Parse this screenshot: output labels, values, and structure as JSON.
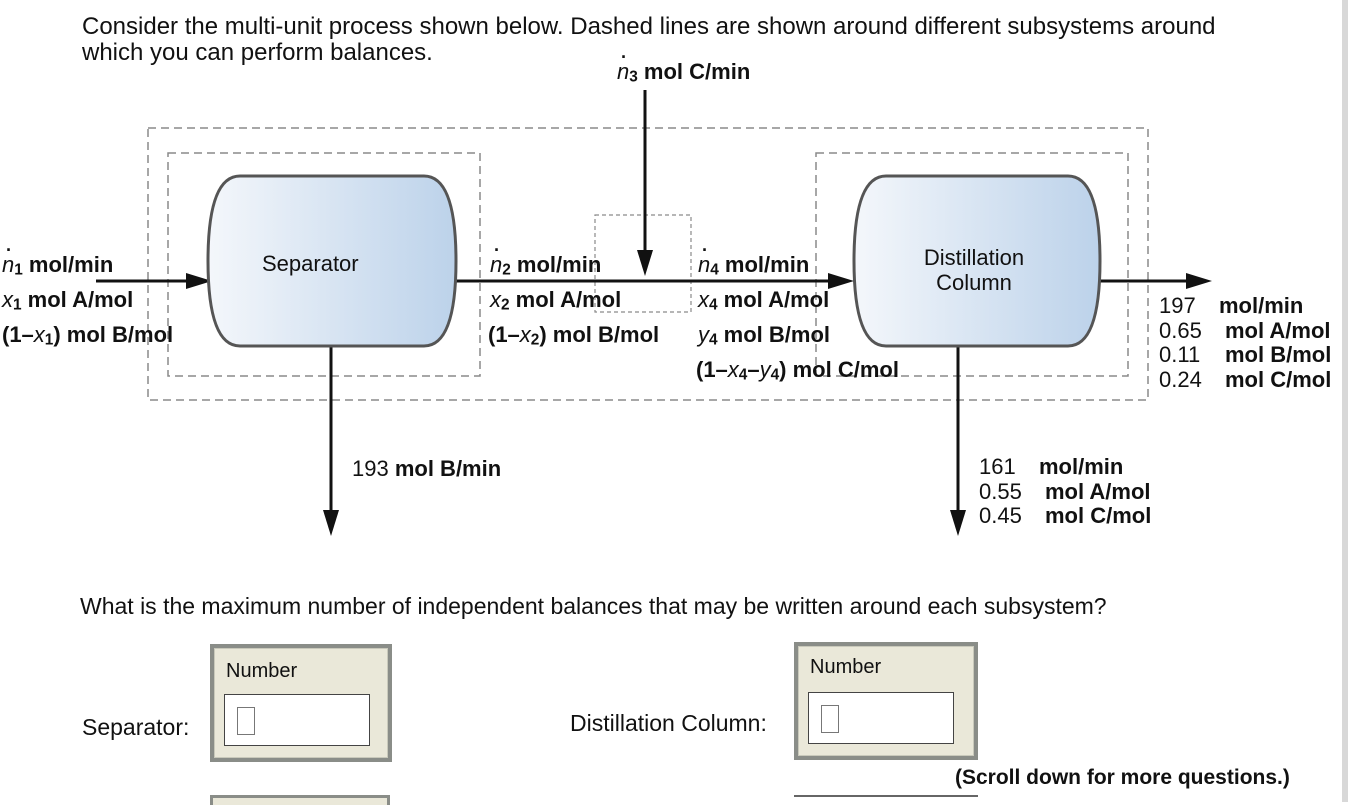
{
  "intro_text": "Consider the multi-unit process shown below. Dashed lines are shown around different subsystems around which you can perform balances.",
  "units": {
    "separator": "Separator",
    "distillation_line1": "Distillation",
    "distillation_line2": "Column"
  },
  "stream3": {
    "n_symbol": "n",
    "n_sub": "3",
    "unit_text": " mol C/min"
  },
  "stream1": {
    "n_symbol": "n",
    "n_sub": "1",
    "flow_unit": " mol/min",
    "x_symbol": "x",
    "x_sub": "1",
    "fracA_unit": " mol A/mol",
    "fracB_prefix": "(1–",
    "fracB_x": "x",
    "fracB_sub": "1",
    "fracB_suffix": ") mol B/mol"
  },
  "stream2": {
    "n_symbol": "n",
    "n_sub": "2",
    "flow_unit": " mol/min",
    "x_symbol": "x",
    "x_sub": "2",
    "fracA_unit": " mol A/mol",
    "fracB_prefix": "(1–",
    "fracB_x": "x",
    "fracB_sub": "2",
    "fracB_suffix": ") mol B/mol"
  },
  "stream4": {
    "n_symbol": "n",
    "n_sub": "4",
    "flow_unit": " mol/min",
    "x_symbol": "x",
    "x_sub": "4",
    "fracA_unit": " mol A/mol",
    "y_symbol": "y",
    "y_sub": "4",
    "fracB_unit": " mol B/mol",
    "fracC_prefix": "(1–",
    "fracC_x": "x",
    "fracC_xsub": "4",
    "fracC_minus": "–",
    "fracC_y": "y",
    "fracC_ysub": "4",
    "fracC_suffix": ") mol C/mol"
  },
  "separator_bottom": {
    "value": "193",
    "unit": " mol B/min"
  },
  "distillation_top": {
    "flow": "197",
    "flow_unit": "mol/min",
    "fracA": "0.65",
    "fracA_unit": "mol A/mol",
    "fracB": "0.11",
    "fracB_unit": "mol B/mol",
    "fracC": "0.24",
    "fracC_unit": "mol C/mol"
  },
  "distillation_bottom": {
    "flow": "161",
    "flow_unit": "mol/min",
    "fracA": "0.55",
    "fracA_unit": "mol A/mol",
    "fracC": "0.45",
    "fracC_unit": "mol C/mol"
  },
  "question": "What is the maximum number of independent balances that may be written around each subsystem?",
  "answers": {
    "separator_label": "Separator:",
    "separator_box_title": "Number",
    "separator_value": "",
    "distillation_label": "Distillation Column:",
    "distillation_box_title": "Number",
    "distillation_value": ""
  },
  "scroll_note": "(Scroll down for more questions.)",
  "colors": {
    "unit_fill_light": "#f2f6fb",
    "unit_fill_dark": "#bcd3ea",
    "unit_stroke": "#555555",
    "dash": "#8a8a8a",
    "answer_box_bg": "#eae8d9",
    "answer_box_border": "#8a8d88"
  }
}
